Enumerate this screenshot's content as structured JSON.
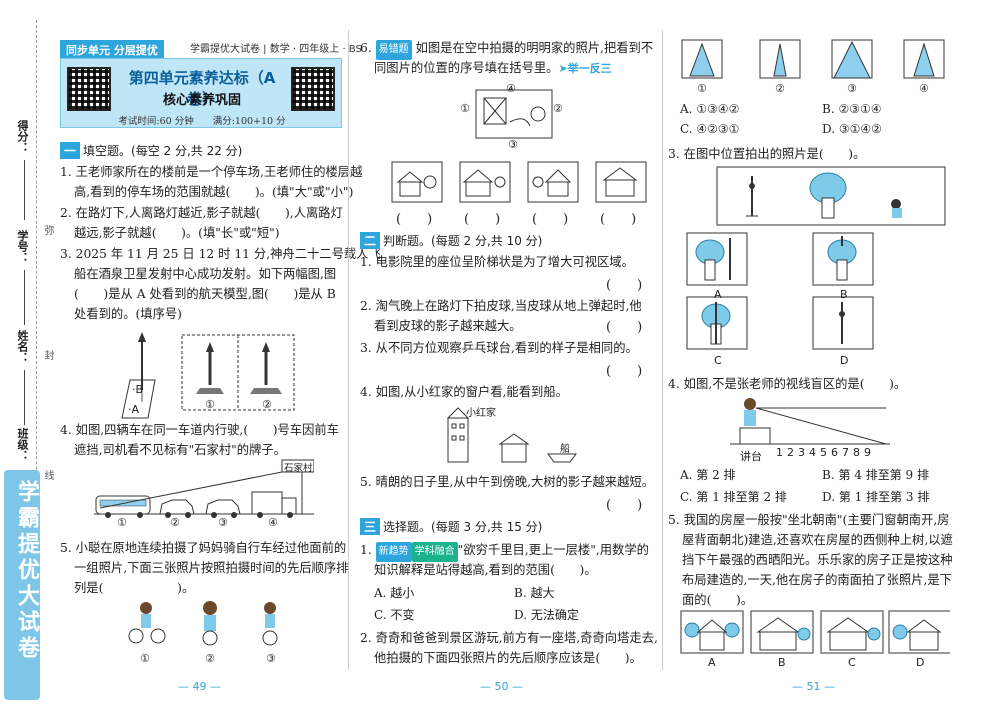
{
  "binding": {
    "brand": "学霸提优大试卷",
    "fields": [
      "得分：",
      "学号：",
      "姓名：",
      "班级："
    ],
    "marks": [
      "弥",
      "封",
      "线"
    ]
  },
  "page49": {
    "tag": "同步单元 分层提优",
    "header_info": "学霸提优大试卷 | 数学 · 四年级上 · BS",
    "unit_title": "第四单元素养达标（A 卷）",
    "unit_sub": "核心素养巩固",
    "meta": "考试时间:60 分钟　　满分:100+10 分",
    "sec1": "一",
    "sec1_title": "填空题。(每空 2 分,共 22 分)",
    "q1": [
      "1. 王老师家所在的楼前是一个停车场,王老师住的楼层越",
      "高,看到的停车场的范围就越(　　)。(填\"大\"或\"小\")"
    ],
    "q2": [
      "2. 在路灯下,人离路灯越近,影子就越(　　),人离路灯",
      "越远,影子就越(　　)。(填\"长\"或\"短\")"
    ],
    "q3": [
      "3. 2025 年 11 月 25 日 12 时 11 分,神舟二十二号载人飞",
      "船在酒泉卫星发射中心成功发射。如下两幅图,图",
      "(　　)是从 A 处看到的航天模型,图(　　)是从 B",
      "处看到的。(填序号)"
    ],
    "q3_labels": [
      "·B",
      "·A",
      "①",
      "②"
    ],
    "q4": [
      "4. 如图,四辆车在同一车道内行驶,(　　)号车因前车",
      "遮挡,司机看不见标有\"石家村\"的牌子。"
    ],
    "q4_sign": "石家村",
    "q4_labels": [
      "①",
      "②",
      "③",
      "④"
    ],
    "q5": [
      "5. 小聪在原地连续拍摄了妈妈骑自行车经过他面前的",
      "一组照片,下面三张照片按照拍摄时间的先后顺序排",
      "列是(　　　　　　)。"
    ],
    "q5_labels": [
      "①",
      "②",
      "③"
    ],
    "page_num": "— 49 —"
  },
  "page50": {
    "q6_tag": "易错题",
    "q6": [
      "如图是在空中拍摄的明明家的照片,把看到不",
      "同图片的位置的序号填在括号里。"
    ],
    "q6_link": "➤举一反三",
    "q6_labels": [
      "①",
      "④",
      "②",
      "③"
    ],
    "q6_parens": [
      "(　　)",
      "(　　)",
      "(　　)",
      "(　　)"
    ],
    "sec2": "二",
    "sec2_title": "判断题。(每题 2 分,共 10 分)",
    "j1": "1. 电影院里的座位呈阶梯状是为了增大可视区域。",
    "j2": [
      "2. 淘气晚上在路灯下拍皮球,当皮球从地上弹起时,他",
      "看到皮球的影子越来越大。"
    ],
    "j3": "3. 从不同方位观察乒乓球台,看到的样子是相同的。",
    "j4": "4. 如图,从小红家的窗户看,能看到船。",
    "j4_labels": [
      "小红家",
      "船"
    ],
    "j5": "5. 晴朗的日子里,从中午到傍晚,大树的影子越来越短。",
    "judge_paren": "(　　)",
    "sec3": "三",
    "sec3_title": "选择题。(每题 3 分,共 15 分)",
    "c1_tags": [
      "新趋势",
      "学科融合"
    ],
    "c1": [
      "\"欲穷千里目,更上一层楼\",用数学的",
      "知识解释是站得越高,看到的范围(　　)。"
    ],
    "c1_opts": [
      "A. 越小",
      "B. 越大",
      "C. 不变",
      "D. 无法确定"
    ],
    "c2": [
      "2. 奇奇和爸爸到景区游玩,前方有一座塔,奇奇向塔走去,",
      "他拍摄的下面四张照片的先后顺序应该是(　　)。"
    ],
    "page_num": "— 50 —"
  },
  "page51": {
    "tower_labels": [
      "①",
      "②",
      "③",
      "④"
    ],
    "c2_opts": [
      "A. ①③④②",
      "B. ②③①④",
      "C. ④②③①",
      "D. ③①④②"
    ],
    "c3": "3. 在图中位置拍出的照片是(　　)。",
    "c3_labels": [
      "A",
      "B",
      "C",
      "D"
    ],
    "c4": "4. 如图,不是张老师的视线盲区的是(　　)。",
    "c4_rows": [
      "1",
      "2",
      "3",
      "4",
      "5",
      "6",
      "7",
      "8",
      "9"
    ],
    "c4_desk": "讲台",
    "c4_opts": [
      "A. 第 2 排",
      "B. 第 4 排至第 9 排",
      "C. 第 1 排至第 2 排",
      "D. 第 1 排至第 3 排"
    ],
    "c5": [
      "5. 我国的房屋一般按\"坐北朝南\"(主要门窗朝南开,房",
      "屋背面朝北)建造,还喜欢在房屋的西侧种上树,以遮",
      "挡下午最强的西晒阳光。乐乐家的房子正是按这种",
      "布局建造的,一天,他在房子的南面拍了张照片,是下",
      "面的(　　)。"
    ],
    "c5_labels": [
      "A",
      "B",
      "C",
      "D"
    ],
    "page_num": "— 51 —"
  }
}
